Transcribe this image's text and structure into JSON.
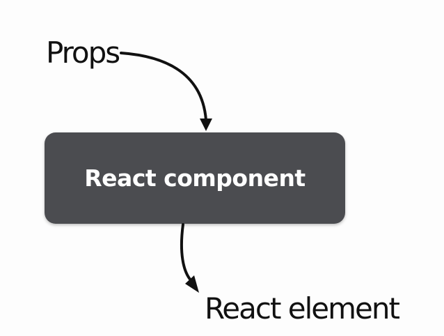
{
  "diagram": {
    "input_label": "Props",
    "component_label": "React component",
    "output_label": "React element"
  },
  "colors": {
    "box_fill": "#4b4c50",
    "box_text": "#ffffff",
    "arrow": "#111111",
    "label_text": "#111111",
    "background": "#fdfdfd"
  }
}
